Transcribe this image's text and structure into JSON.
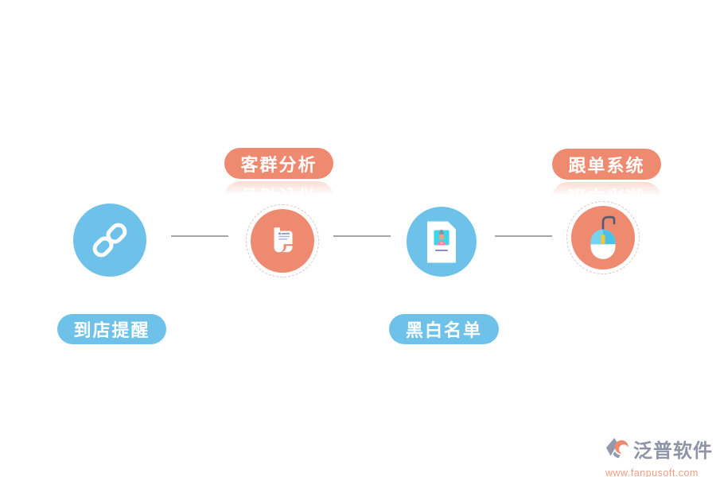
{
  "colors": {
    "blue": "#6ec1e9",
    "orange": "#ee8a6f",
    "connector_line": "#a6a6a6",
    "badge_text": "#ffffff",
    "dashed_ring": "#ddc6c0",
    "watermark_gray": "#8e94a7",
    "watermark_salmon": "#ef9e85"
  },
  "diagram": {
    "steps": [
      {
        "icon": "chain-link-icon",
        "circle_color": "blue",
        "label": "到店提醒",
        "label_position": "bottom"
      },
      {
        "icon": "scroll-paper-icon",
        "circle_color": "orange",
        "label": "客群分析",
        "label_position": "top"
      },
      {
        "icon": "id-photo-document-icon",
        "circle_color": "blue",
        "label": "黑白名单",
        "label_position": "bottom"
      },
      {
        "icon": "computer-mouse-icon",
        "circle_color": "orange",
        "label": "跟单系统",
        "label_position": "top"
      }
    ]
  },
  "watermark": {
    "brand": "泛普软件",
    "url": "www.fanpusoft.com"
  }
}
